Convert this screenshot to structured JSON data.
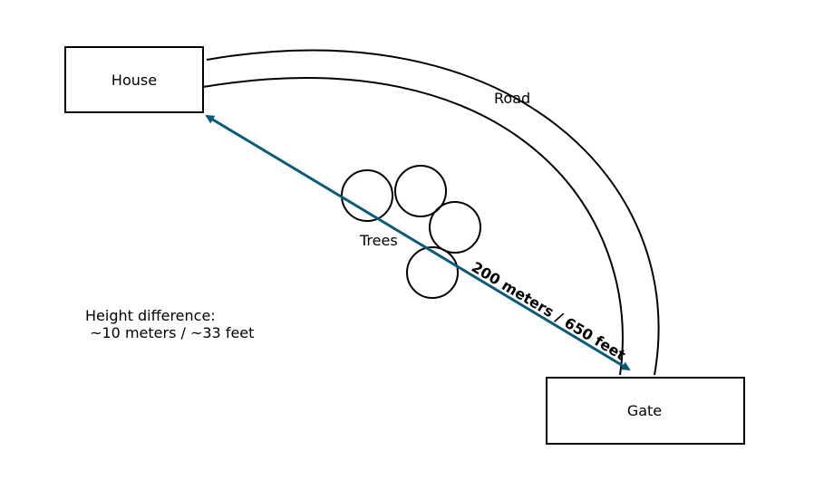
{
  "nodes": {
    "house": "House",
    "gate": "Gate"
  },
  "labels": {
    "road": "Road",
    "trees": "Trees",
    "distance": "200 meters / 650 feet",
    "height_line1": "Height difference:",
    "height_line2": " ~10 meters / ~33 feet"
  },
  "colors": {
    "arrow": "#0b5a78",
    "stroke": "#000000"
  }
}
